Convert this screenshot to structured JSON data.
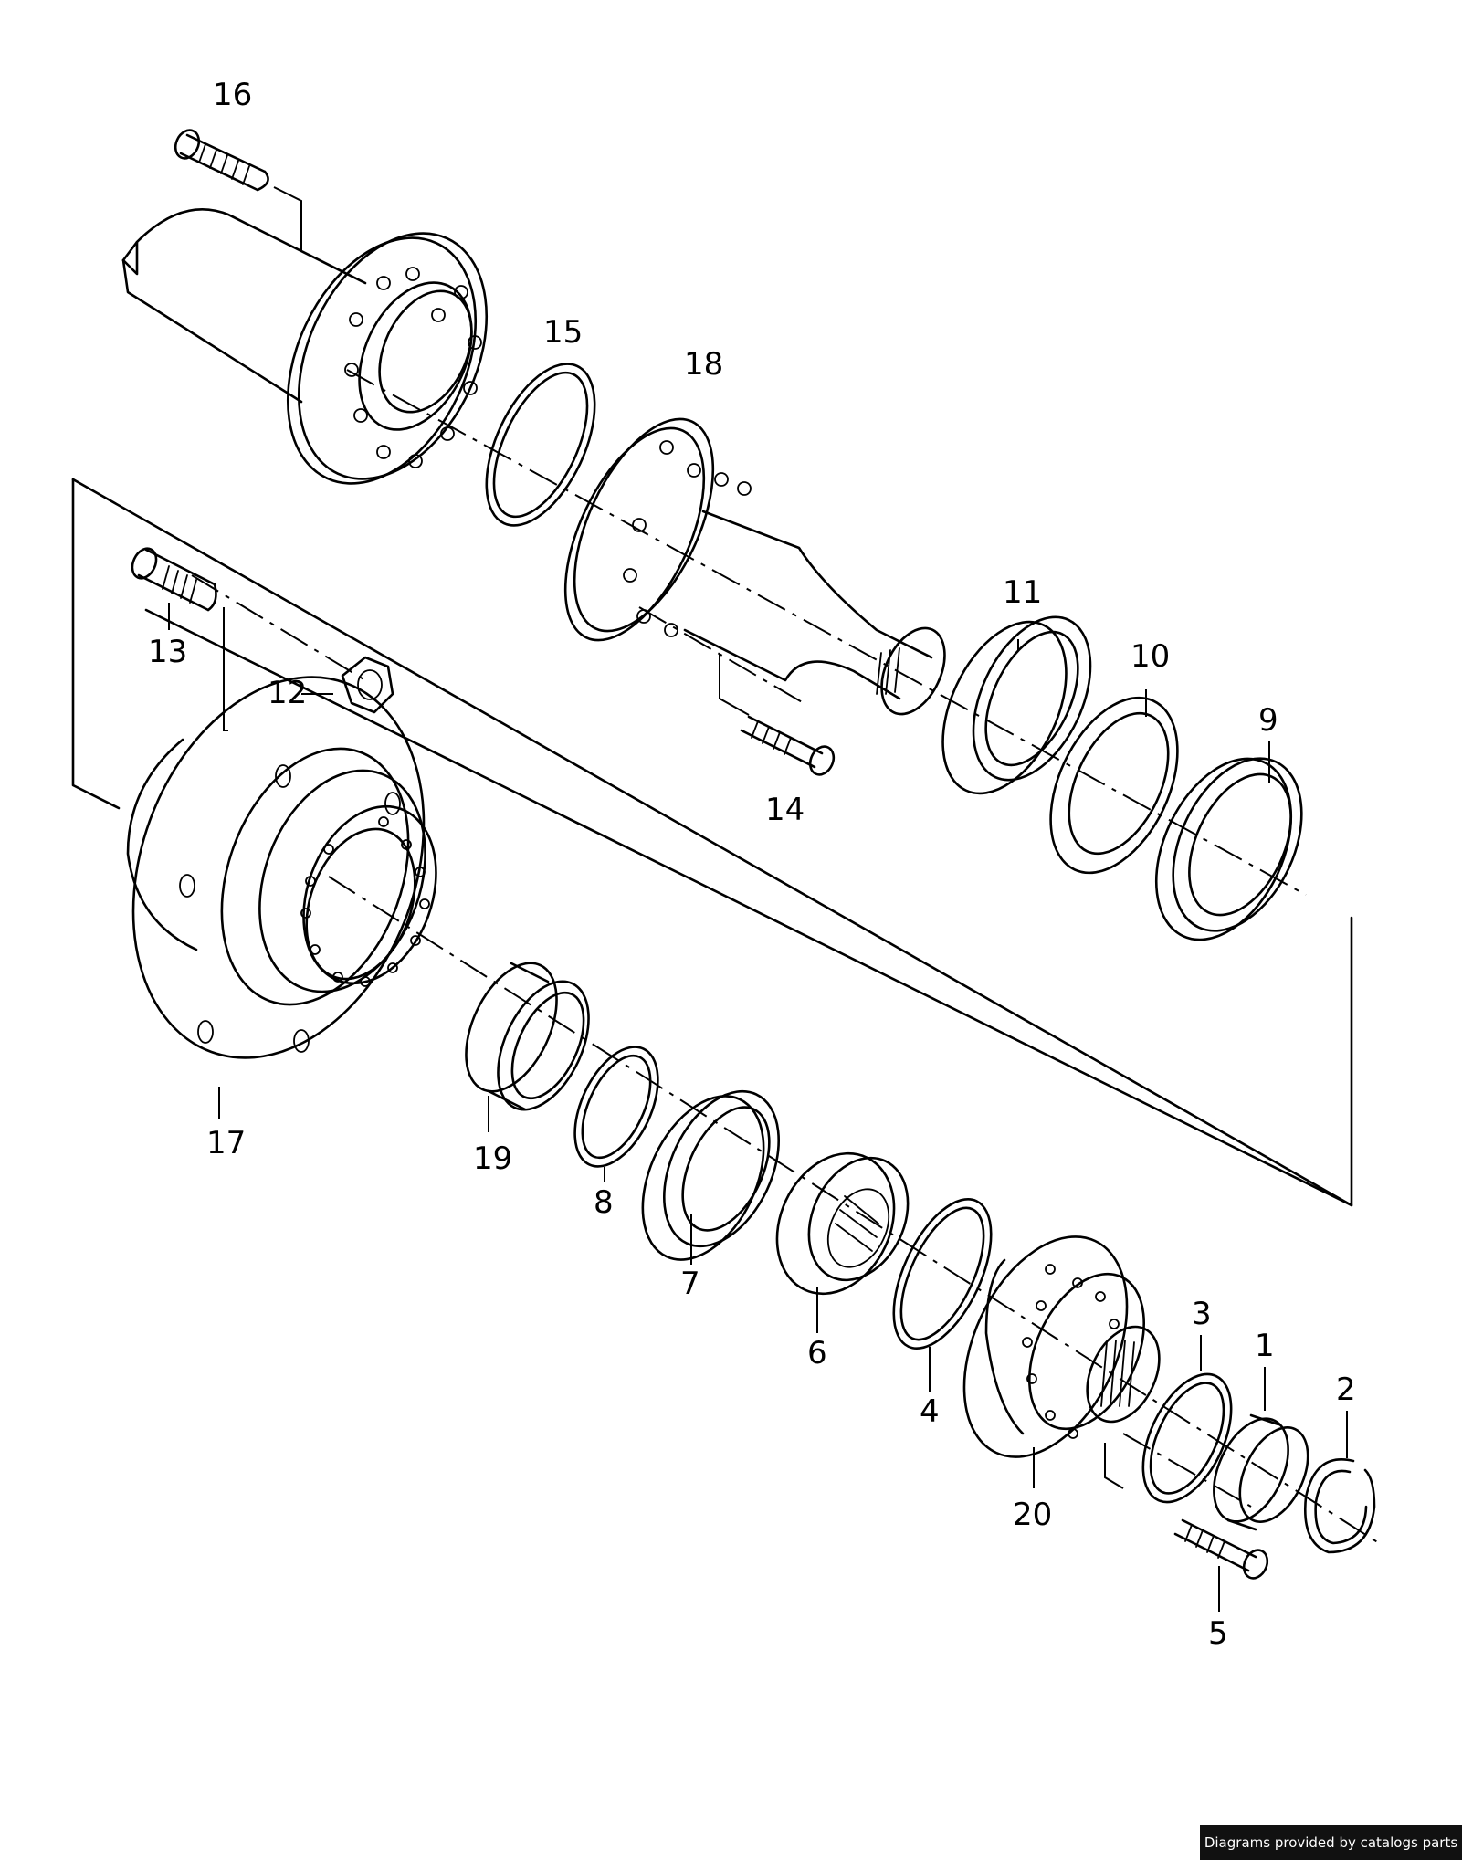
{
  "callouts": [
    "16",
    "15",
    "18",
    "13",
    "12",
    "11",
    "10",
    "9",
    "14",
    "17",
    "19",
    "8",
    "7",
    "6",
    "4",
    "3",
    "1",
    "2",
    "20",
    "5"
  ],
  "credit_text": "Diagrams provided by catalogs parts",
  "colors": {
    "ink": "#000000",
    "paper": "#ffffff",
    "credit_bg": "#111111",
    "credit_fg": "#ffffff"
  }
}
